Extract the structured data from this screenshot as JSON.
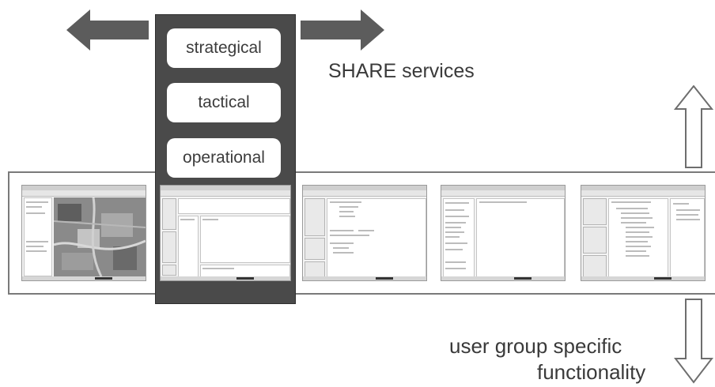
{
  "levels": {
    "strategical": "strategical",
    "tactical": "tactical",
    "operational": "operational"
  },
  "labels": {
    "share_services": "SHARE services",
    "user_group_line1": "user group specific",
    "user_group_line2": "functionality"
  },
  "colors": {
    "column": "#4a4a4a",
    "arrow_fill": "#5c5c5c",
    "outline": "#7a7a7a",
    "text": "#3a3a3a"
  },
  "icons": {
    "left_arrow": "arrow-left-icon",
    "right_arrow": "arrow-right-icon",
    "up_arrow": "arrow-up-outline-icon",
    "down_arrow": "arrow-down-outline-icon"
  },
  "screenshots": [
    "map-application-screenshot",
    "list-application-screenshot",
    "form-application-screenshot",
    "sidebar-application-screenshot",
    "tree-application-screenshot"
  ]
}
